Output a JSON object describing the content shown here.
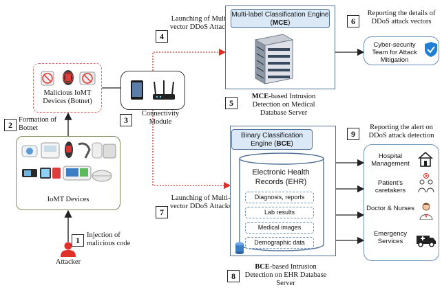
{
  "steps": [
    {
      "num": "1",
      "text": "Injection of malicious code"
    },
    {
      "num": "2",
      "text": "Formation of Botnet"
    },
    {
      "num": "3",
      "text": "Connectivity Module"
    },
    {
      "num": "4",
      "text": "Launching of Multi-vector DDoS Attacks"
    },
    {
      "num": "5",
      "text_bold": "MCE",
      "text": "-based Intrusion Detection on Medical Database Server"
    },
    {
      "num": "6",
      "text": "Reporting the details of DDoS attack vectors"
    },
    {
      "num": "7",
      "text": "Launching of Multi-vector DDoS Attacks"
    },
    {
      "num": "8",
      "text_bold": "BCE",
      "text": "-based Intrusion Detection on EHR Database Server"
    },
    {
      "num": "9",
      "text": "Reporting the alert on DDoS attack detection"
    }
  ],
  "attacker": {
    "label": "Attacker"
  },
  "iomt": {
    "label": "IoMT Devices"
  },
  "botnet": {
    "label": "Malicious IoMT Devices (Botnet)"
  },
  "mce": {
    "title": "Multi-label Classification Engine (MCE)",
    "title_main": "Multi-label Classification Engine (",
    "title_bold": "MCE",
    "title_end": ")"
  },
  "bce": {
    "title_main": "Binary Classification Engine (",
    "title_bold": "BCE",
    "title_end": ")"
  },
  "ehr": {
    "title": "Electronic Health Records (EHR)",
    "records": [
      "Diagnosis, reports",
      "Lab results",
      "Medical images",
      "Demographic data"
    ]
  },
  "cyber_team": {
    "label": "Cyber-security Team for Attack Mitigation"
  },
  "recipients": [
    {
      "label": "Hospital Management",
      "icon": "hospital-icon"
    },
    {
      "label": "Patient's caretakers",
      "icon": "caretakers-icon"
    },
    {
      "label": "Doctor & Nurses",
      "icon": "doctor-icon"
    },
    {
      "label": "Emergency Services",
      "icon": "ambulance-icon"
    }
  ],
  "colors": {
    "attack": "#e0302a",
    "accent": "#4f6f96",
    "header_fill": "#dbe9f7",
    "botnet_border": "#e06b6b",
    "iomt_border": "#7a8a5a"
  }
}
